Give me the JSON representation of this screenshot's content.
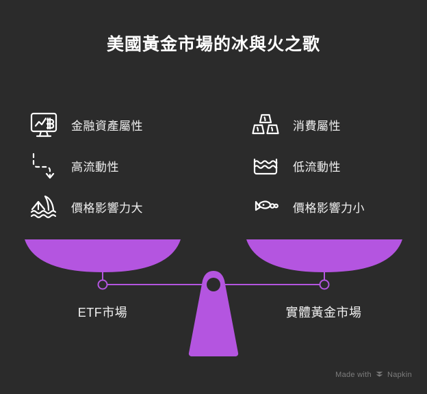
{
  "title": "美國黃金市場的冰與火之歌",
  "colors": {
    "background": "#2b2b2b",
    "accent": "#b455e0",
    "text": "#f0f0f0",
    "icon_stroke": "#ffffff",
    "watermark_text": "#7d7d7d"
  },
  "left_column": {
    "features": [
      {
        "icon": "monitor-bitcoin-chart-icon",
        "label": "金融資產屬性"
      },
      {
        "icon": "dashed-arrow-down-icon",
        "label": "高流動性"
      },
      {
        "icon": "iceberg-whale-waves-icon",
        "label": "價格影響力大"
      }
    ]
  },
  "right_column": {
    "features": [
      {
        "icon": "gold-bars-icon",
        "label": "消費屬性"
      },
      {
        "icon": "water-container-waves-icon",
        "label": "低流動性"
      },
      {
        "icon": "small-fish-icon",
        "label": "價格影響力小"
      }
    ]
  },
  "scale": {
    "left_pan_caption": "ETF市場",
    "right_pan_caption": "實體黃金市場"
  },
  "watermark": {
    "prefix": "Made with",
    "brand": "Napkin",
    "logo": "napkin-logo-icon"
  }
}
